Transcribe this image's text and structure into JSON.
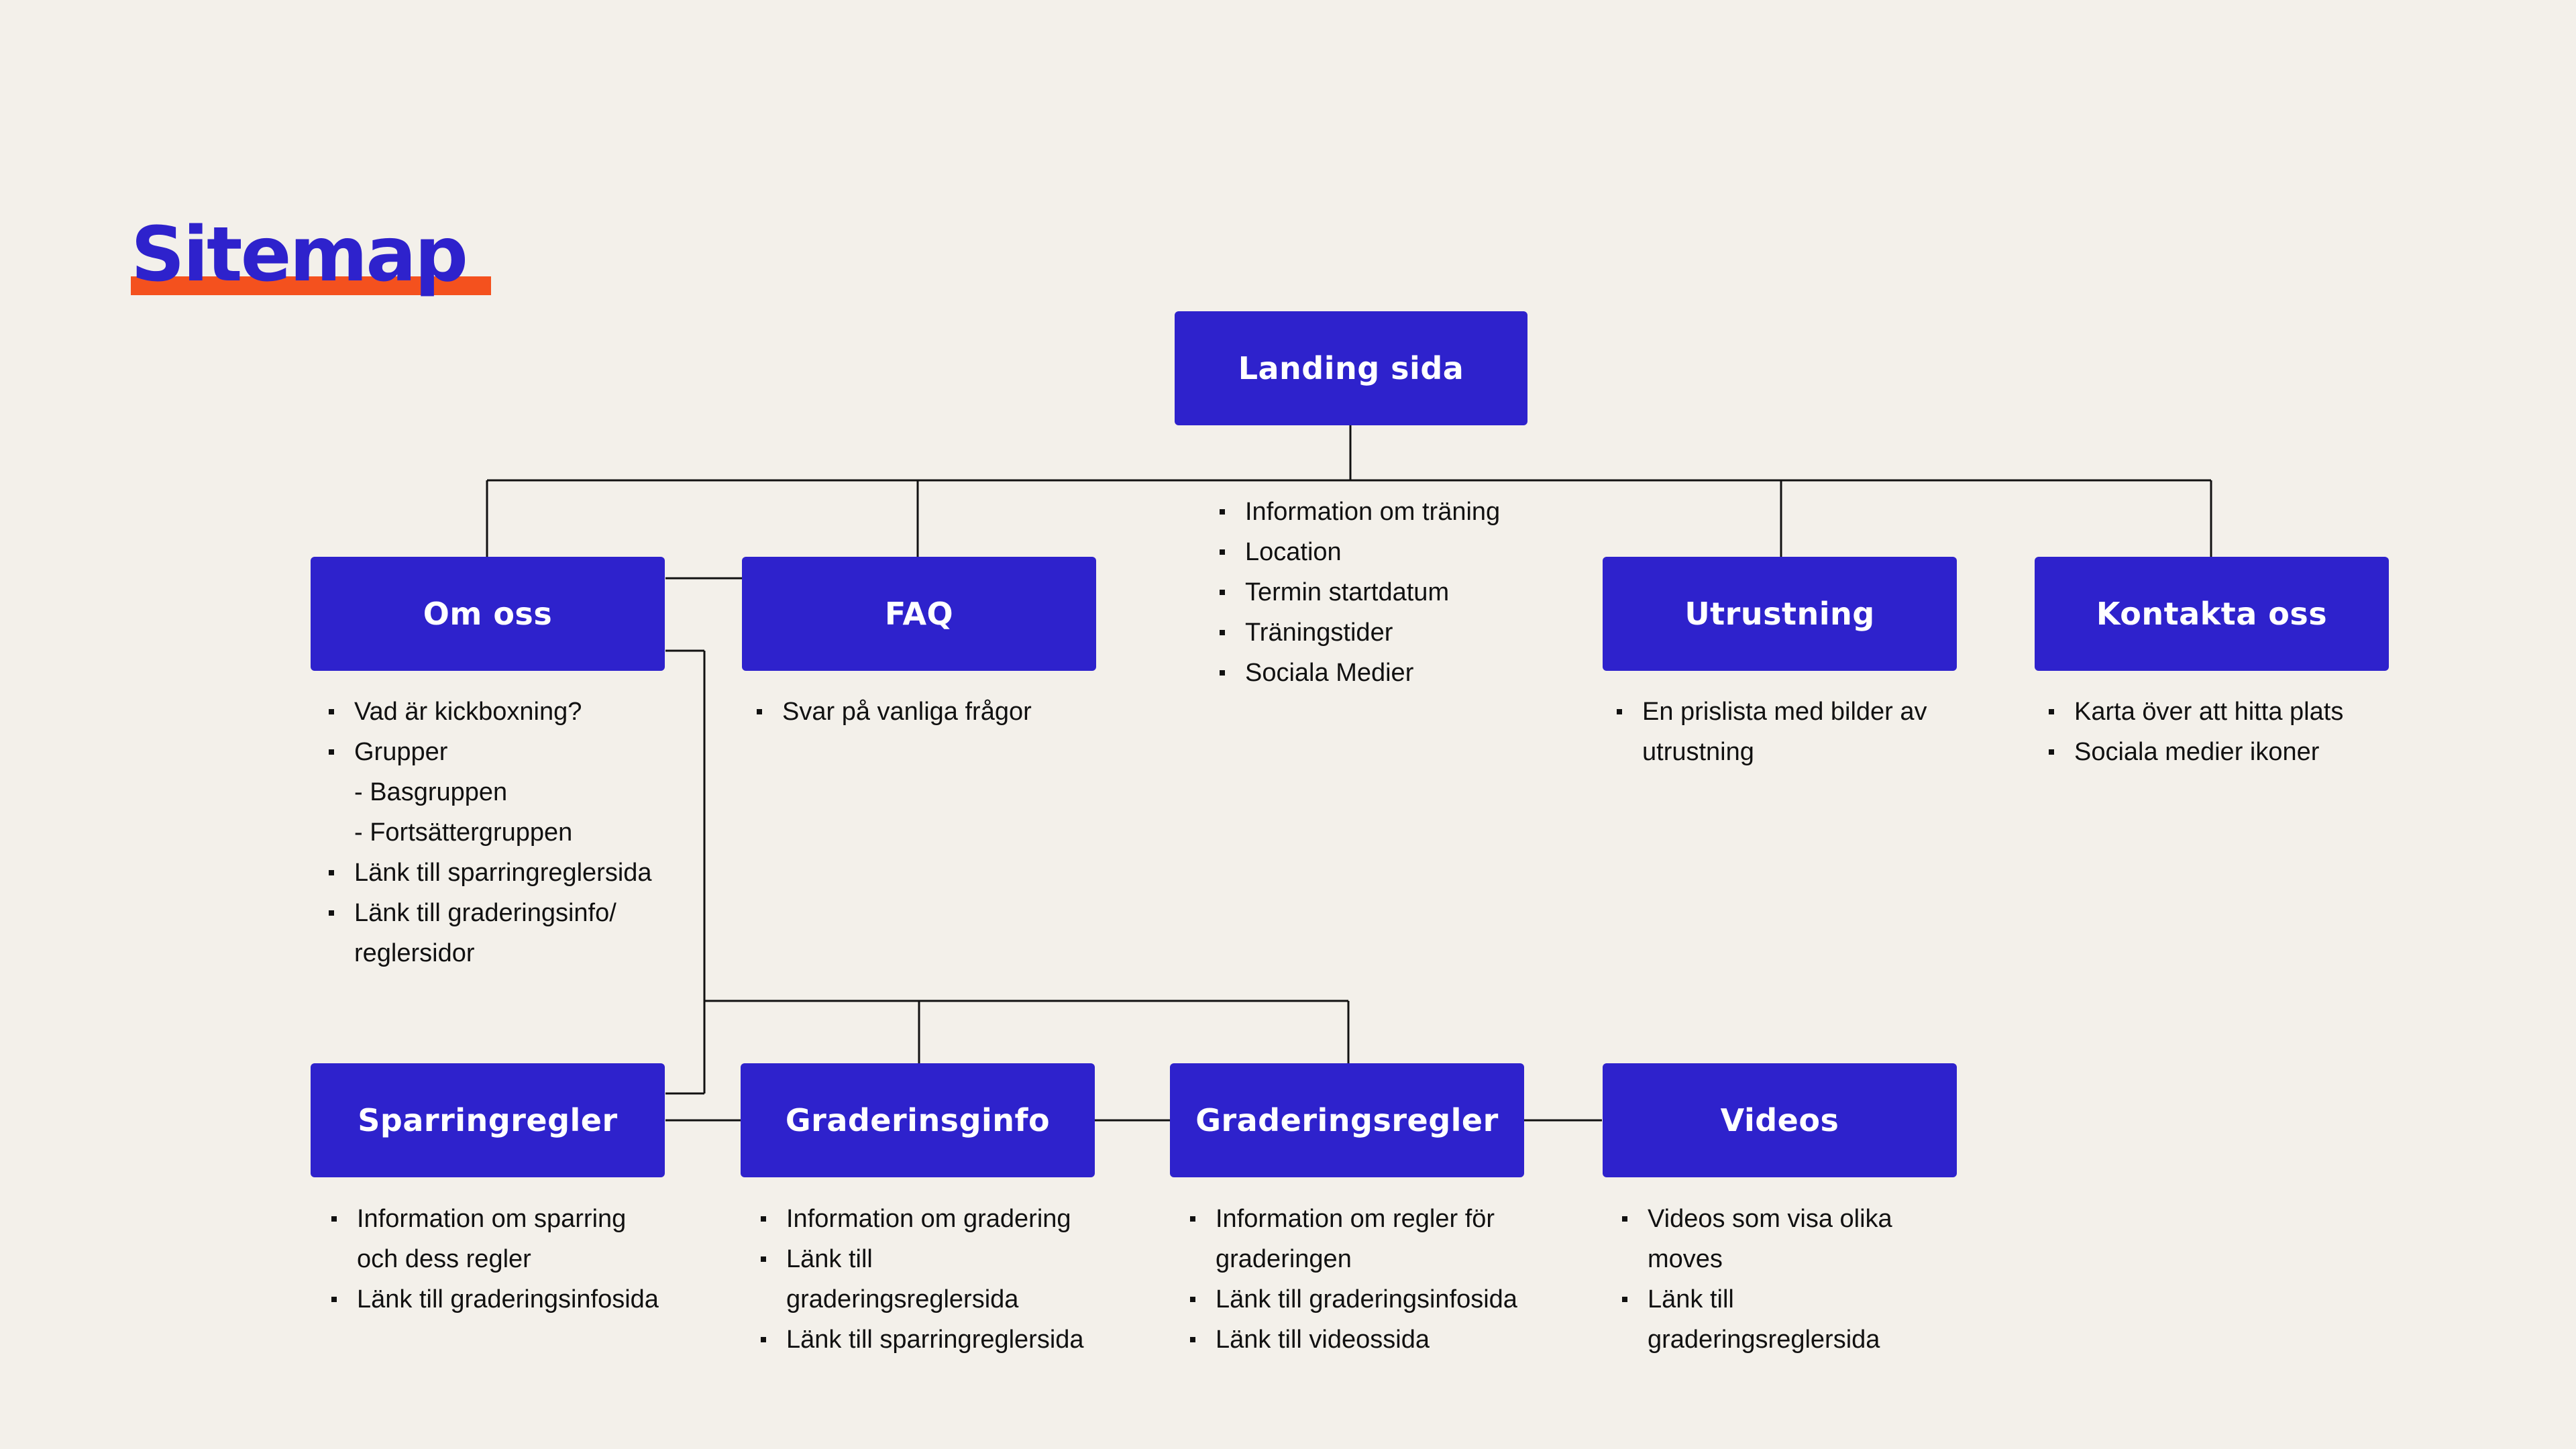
{
  "title": "Sitemap",
  "colors": {
    "accent": "#2e22cc",
    "underline": "#f4511e",
    "background": "#f3f0ea"
  },
  "nodes": {
    "landing": "Landing sida",
    "om_oss": "Om oss",
    "faq": "FAQ",
    "utrustning": "Utrustning",
    "kontakta": "Kontakta oss",
    "sparringregler": "Sparringregler",
    "graderingsinfo": "Graderinsginfo",
    "graderingsregler": "Graderingsregler",
    "videos": "Videos"
  },
  "bullets": {
    "landing": [
      "Information om träning",
      "Location",
      "Termin startdatum",
      "Träningstider",
      "Sociala Medier"
    ],
    "om_oss": [
      "Vad är kickboxning?",
      "Grupper",
      "- Basgruppen",
      "- Fortsättergruppen",
      "Länk till sparringreglersida",
      "Länk till graderingsinfo/",
      "reglersidor"
    ],
    "faq": [
      "Svar på vanliga frågor"
    ],
    "utrustning": [
      "En prislista med bilder av",
      "utrustning"
    ],
    "kontakta": [
      "Karta över att hitta plats",
      "Sociala medier ikoner"
    ],
    "sparringregler": [
      "Information om sparring",
      "och dess regler",
      "Länk till graderingsinfosida"
    ],
    "graderingsinfo": [
      "Information om gradering",
      "Länk till",
      "graderingsreglersida",
      "Länk till sparringreglersida"
    ],
    "graderingsregler": [
      "Information om regler för",
      "graderingen",
      "Länk till graderingsinfosida",
      "Länk till videossida"
    ],
    "videos": [
      "Videos som visa olika",
      "moves",
      "Länk till",
      "graderingsreglersida"
    ]
  }
}
